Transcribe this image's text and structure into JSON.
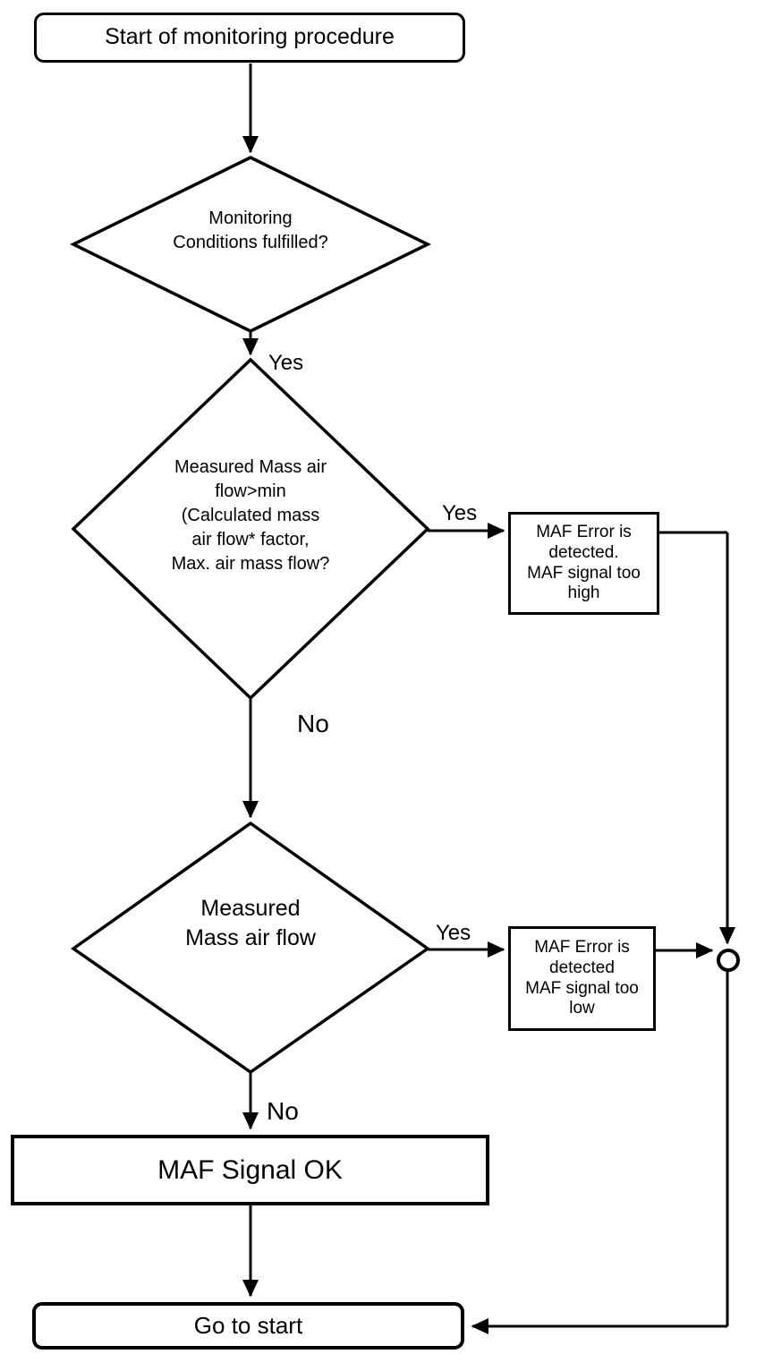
{
  "colors": {
    "stroke": "#000000",
    "background": "#ffffff"
  },
  "nodes": {
    "start": {
      "type": "terminator",
      "label": "Start of monitoring procedure"
    },
    "decision_conditions": {
      "type": "decision",
      "label": "Monitoring\nConditions fulfilled?"
    },
    "decision_flow_high": {
      "type": "decision",
      "label": "Measured Mass air\nflow>min\n(Calculated mass\nair flow* factor,\nMax. air mass flow?"
    },
    "error_high": {
      "type": "process",
      "label": "MAF Error is\ndetected.\nMAF signal too\nhigh"
    },
    "decision_flow_low": {
      "type": "decision",
      "label": "Measured\nMass air flow"
    },
    "error_low": {
      "type": "process",
      "label": "MAF Error is\ndetected\nMAF signal too\nlow"
    },
    "ok": {
      "type": "process",
      "label": "MAF Signal OK"
    },
    "goto_start": {
      "type": "terminator",
      "label": "Go to start"
    },
    "junction": {
      "type": "connector",
      "label": ""
    }
  },
  "edges": {
    "conditions_yes": {
      "label": "Yes"
    },
    "flow_high_yes": {
      "label": "Yes"
    },
    "flow_high_no": {
      "label": "No"
    },
    "flow_low_yes": {
      "label": "Yes"
    },
    "flow_low_no": {
      "label": "No"
    }
  }
}
